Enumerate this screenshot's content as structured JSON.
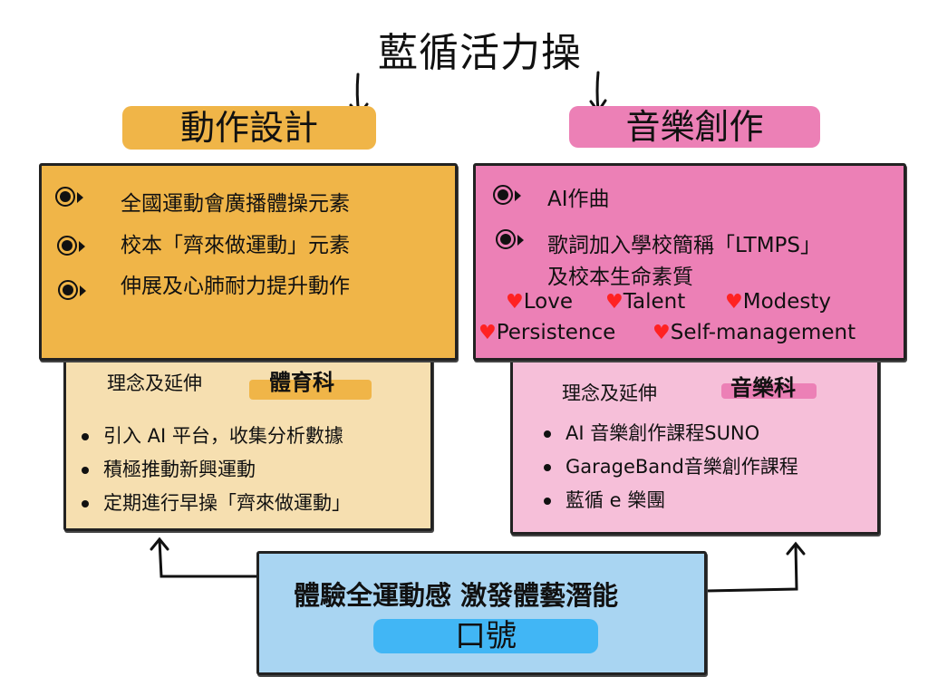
{
  "title": "藍循活力操",
  "left": {
    "label": "動作設計",
    "items": [
      "全國運動會廣播體操元素",
      "校本「齊來做運動」元素",
      "伸展及心肺耐力提升動作"
    ],
    "sub_heading": "理念及延伸",
    "subject": "體育科",
    "sub_items": [
      "引入 AI 平台，收集分析數據",
      "積極推動新興運動",
      "定期進行早操「齊來做運動」"
    ]
  },
  "right": {
    "label": "音樂創作",
    "items": [
      "AI作曲",
      "歌詞加入學校簡稱「LTMPS」",
      "及校本生命素質"
    ],
    "values": [
      "Love",
      "Talent",
      "Modesty",
      "Persistence",
      "Self-management"
    ],
    "sub_heading": "理念及延伸",
    "subject": "音樂科",
    "sub_items": [
      "AI 音樂創作課程SUNO",
      "GarageBand音樂創作課程",
      "藍循 e 樂團"
    ]
  },
  "slogan": {
    "text": "體驗全運動感 激發體藝潛能",
    "label": "口號"
  },
  "colors": {
    "orange": "#F0B548",
    "light_orange": "#F6DFB0",
    "pink": "#EC80B6",
    "light_pink": "#F6BFD9",
    "blue": "#A9D5F2",
    "label_blue": "#41B6F5"
  }
}
